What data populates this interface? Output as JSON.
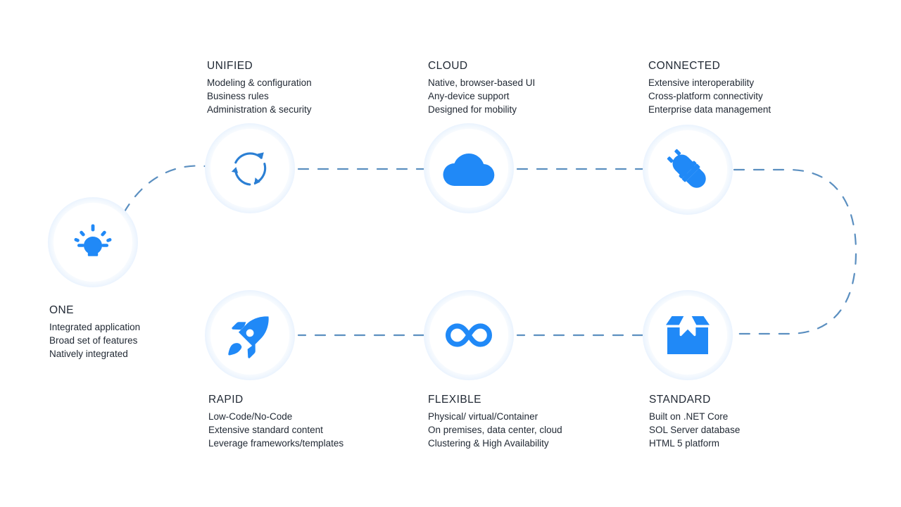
{
  "theme": {
    "background": "#ffffff",
    "icon_blue": "#2089f7",
    "stroke_blue": "#2b7fd4",
    "connector_blue": "#5b8fc0",
    "halo_blue": "#dceafc",
    "text_color": "#222a35"
  },
  "diagram": {
    "type": "flow",
    "layout": "serpentine",
    "node_count": 7,
    "nodes": [
      {
        "id": "one",
        "icon": "lightbulb-icon",
        "title": "ONE",
        "lines": [
          "Integrated application",
          "Broad set of features",
          "Natively integrated"
        ]
      },
      {
        "id": "unified",
        "icon": "refresh-cycle-icon",
        "title": "UNIFIED",
        "lines": [
          "Modeling & configuration",
          "Business rules",
          "Administration & security"
        ]
      },
      {
        "id": "cloud",
        "icon": "cloud-icon",
        "title": "CLOUD",
        "lines": [
          "Native, browser-based UI",
          "Any-device support",
          "Designed for mobility"
        ]
      },
      {
        "id": "connected",
        "icon": "plug-connector-icon",
        "title": "CONNECTED",
        "lines": [
          "Extensive interoperability",
          "Cross-platform connectivity",
          "Enterprise data management"
        ]
      },
      {
        "id": "rapid",
        "icon": "rocket-icon",
        "title": "RAPID",
        "lines": [
          "Low-Code/No-Code",
          "Extensive standard content",
          "Leverage frameworks/templates"
        ]
      },
      {
        "id": "flexible",
        "icon": "infinity-icon",
        "title": "FLEXIBLE",
        "lines": [
          "Physical/ virtual/Container",
          "On premises, data center, cloud",
          "Clustering & High Availability"
        ]
      },
      {
        "id": "standard",
        "icon": "package-box-icon",
        "title": "STANDARD",
        "lines": [
          "Built on .NET Core",
          "SOL Server database",
          "HTML 5 platform"
        ]
      }
    ],
    "connectors": [
      {
        "from": "one",
        "to": "unified",
        "style": "dashed-curve"
      },
      {
        "from": "unified",
        "to": "cloud",
        "style": "dashed-straight"
      },
      {
        "from": "cloud",
        "to": "connected",
        "style": "dashed-straight"
      },
      {
        "from": "connected",
        "to": "standard",
        "style": "dashed-uturn"
      },
      {
        "from": "standard",
        "to": "flexible",
        "style": "dashed-straight"
      },
      {
        "from": "flexible",
        "to": "rapid",
        "style": "dashed-straight"
      }
    ]
  }
}
